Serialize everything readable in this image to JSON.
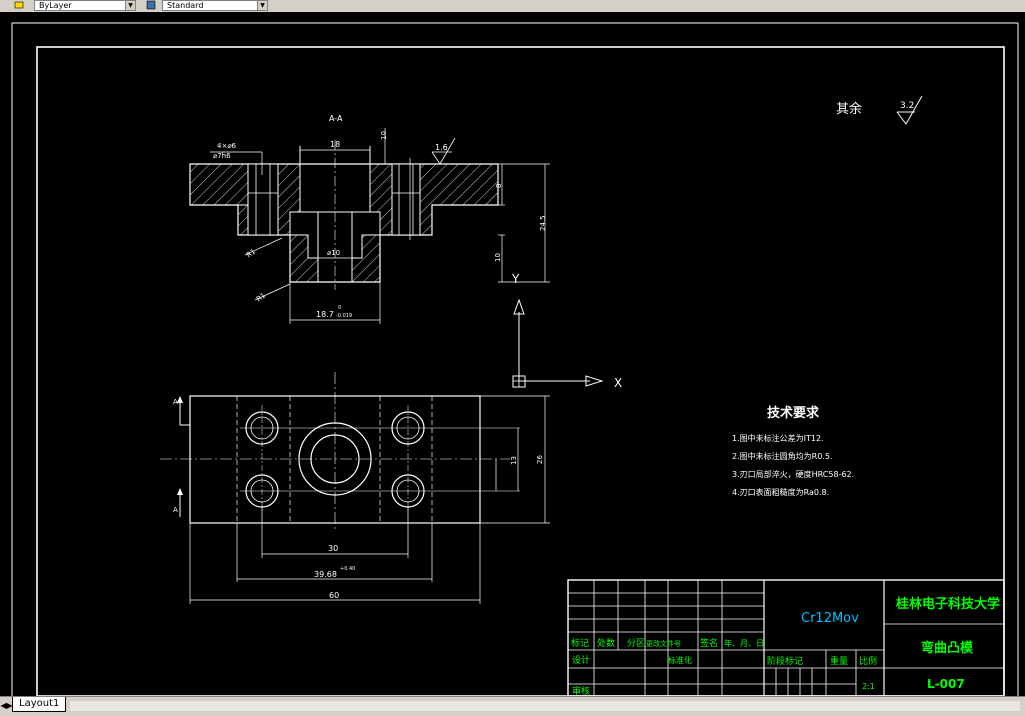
{
  "toolbar": {
    "layer_combo": "ByLayer",
    "style_combo": "Standard"
  },
  "drawing": {
    "section_label": "A-A",
    "surface_rest_label": "其余",
    "surface_rest_value": "3.2",
    "roughness_top": "1.6",
    "holes_note_1": "4×⌀6",
    "holes_note_2": "⌀7h6",
    "dim_18": "18",
    "dim_10_top": "10",
    "dim_8": "8",
    "dim_10_right": "10",
    "dim_24_5": "24.5",
    "dim_phi10": "⌀10",
    "radius_1": "R1",
    "radius_2": "R1",
    "dim_18_7": "18.7",
    "dim_18_7_tol_upper": "0",
    "dim_18_7_tol_lower": "-0.019",
    "dim_30": "30",
    "dim_39_68": "39.68",
    "dim_39_68_tol": "+0.40",
    "dim_60": "60",
    "dim_13": "13",
    "dim_26": "26",
    "section_mark_top": "A",
    "section_mark_bottom": "A",
    "ucs_y": "Y",
    "ucs_x": "X"
  },
  "tech_requirements": {
    "title": "技术要求",
    "items": [
      "1.图中未标注公差为IT12.",
      "2.图中未标注圆角均为R0.5.",
      "3.刃口局部淬火，硬度HRC58-62.",
      "4.刃口表面粗糙度为Ra0.8."
    ]
  },
  "title_block": {
    "material": "Cr12Mov",
    "university": "桂林电子科技大学",
    "part_name": "弯曲凸模",
    "drawing_no": "L-007",
    "scale": "2:1",
    "header_cells": [
      "标记",
      "处数",
      "分区",
      "更改文件号",
      "签名",
      "年、月、日"
    ],
    "design_label": "设计",
    "standard_label": "标准化",
    "review_label": "审核",
    "stage_label": "阶段标记",
    "weight_label": "重量",
    "scale_label": "比例"
  },
  "tabs": {
    "layout": "Layout1"
  },
  "colors": {
    "background": "#000000",
    "lines": "#ffffff",
    "green_text": "#00ff00",
    "material_text": "#00c0ff",
    "sheet_border": "#ffffff"
  }
}
